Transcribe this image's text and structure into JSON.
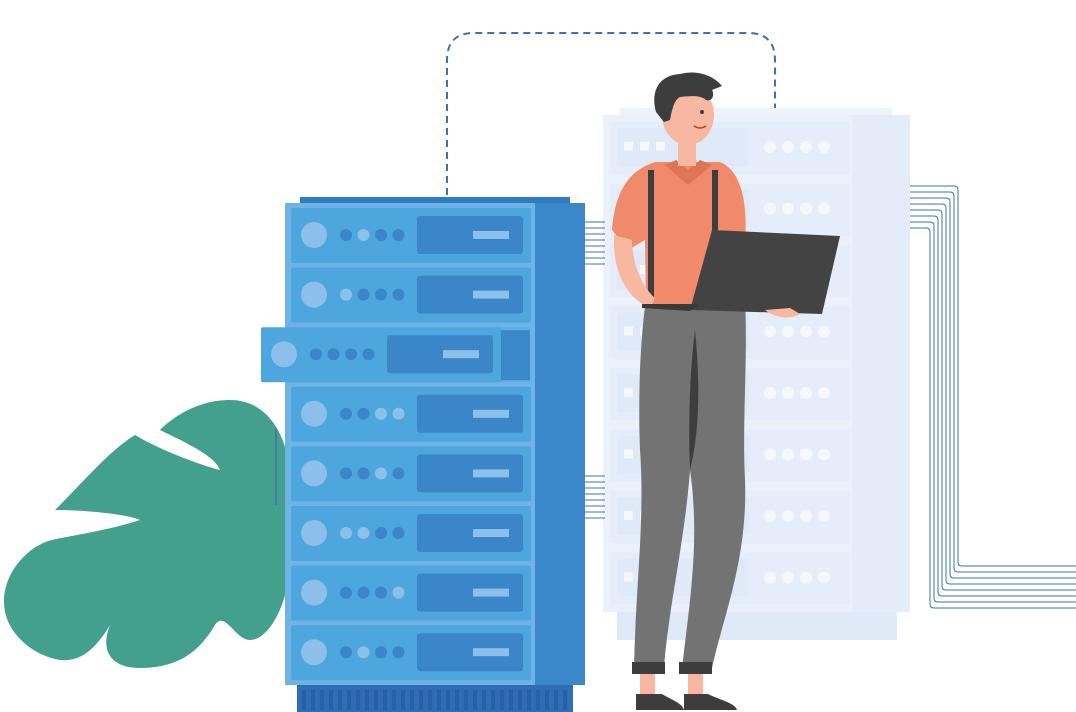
{
  "illustration": {
    "subject": "server-admin-with-laptop",
    "colors": {
      "rack_front": "#4a9fdb",
      "rack_side": "#3a87c9",
      "rack_base": "#2f6db5",
      "unit_face": "#4ea6df",
      "unit_panel": "#3a86c8",
      "unit_light": "#8cc0ea",
      "bg_rack": "#eaf1fb",
      "bg_unit": "#dfe9f7",
      "cable": "#3f6fb5",
      "leaf": "#42a08c",
      "shirt": "#f08a6b",
      "skin": "#f7b7a0",
      "hair": "#3d3d3d",
      "pants": "#737373",
      "laptop": "#434343"
    },
    "rack_units": 8,
    "pulled_out_unit": 3,
    "background_rack_units": 8,
    "cable_count": 8
  }
}
